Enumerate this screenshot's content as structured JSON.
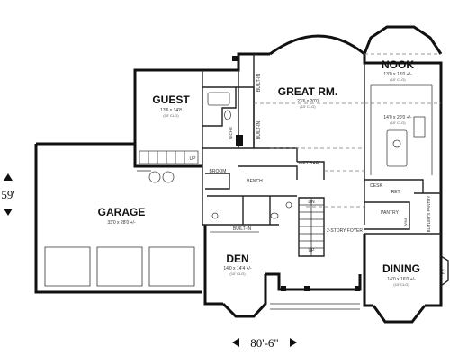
{
  "rooms": {
    "nook": {
      "name": "NOOK",
      "dims": "13'0 x 13'0 +/-"
    },
    "great": {
      "name": "GREAT RM.",
      "dims": "23'6 x 20'0",
      "clg": "(10' CLG)"
    },
    "guest": {
      "name": "GUEST",
      "dims": "13'6 x 14'8",
      "clg": "(10' CLG)"
    },
    "kitchen": {
      "dims": "14'0 x 20'0 +/-",
      "clg": "(10' CLG)"
    },
    "garage": {
      "name": "GARAGE",
      "dims": "33'0 x 28'0 +/-"
    },
    "den": {
      "name": "DEN",
      "dims": "14'0 x 14'4 +/-",
      "clg": "(10' CLG)"
    },
    "dining": {
      "name": "DINING",
      "dims": "14'0 x 16'0 +/-",
      "clg": "(10' CLG)"
    },
    "foyer": {
      "name": "2-STORY FOYER"
    }
  },
  "nook_clg": "(10' CLG)",
  "labels": {
    "built_in_top": "BUILT-IN",
    "built_in_mid": "BUILT-IN",
    "niche": "NICHE",
    "wet_bar": "WET BAR",
    "broom": "BROOM",
    "bench": "BENCH",
    "built_in_den": "BUILT-IN",
    "desk": "DESK",
    "ret": "RET.",
    "pantry": "PANTRY",
    "wine": "WINE",
    "butlers_pantry": "BUTLER'S PANTRY",
    "up_guest": "UP",
    "up_foyer": "UP",
    "dn": "DN",
    "fp": "F.P."
  },
  "overall": {
    "width": "80'-6\"",
    "depth": "59'"
  }
}
